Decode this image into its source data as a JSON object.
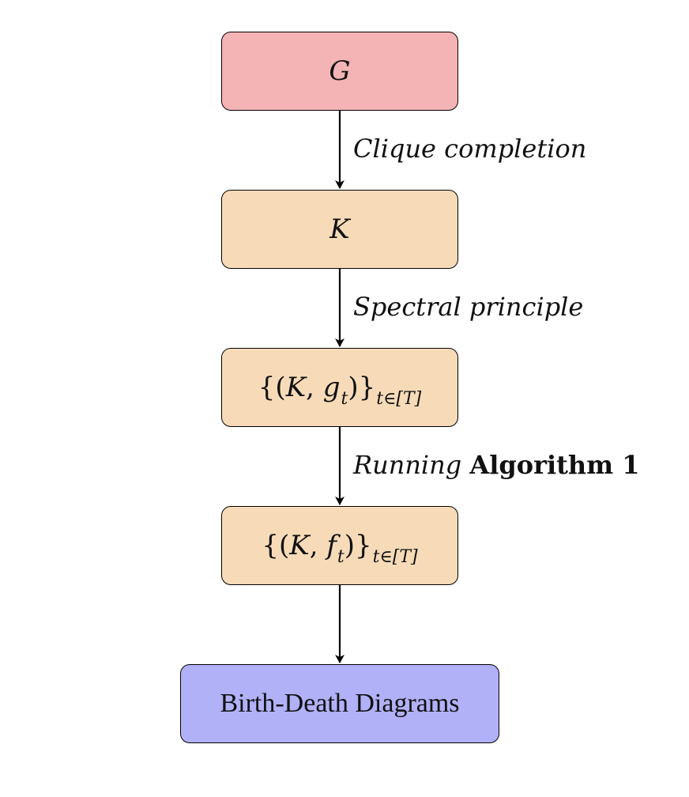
{
  "nodes": {
    "g": {
      "symbol": "G",
      "color": "#f4b4b5"
    },
    "k": {
      "symbol": "K",
      "color": "#f7dbb8"
    },
    "kg": {
      "open": "{(",
      "symbol": "K",
      "comma": ", ",
      "func": "g",
      "func_sub": "t",
      "close": ")}",
      "index": "t∈[T]",
      "color": "#f7dbb8"
    },
    "kf": {
      "open": "{(",
      "symbol": "K",
      "comma": ", ",
      "func": "f",
      "func_sub": "t",
      "close": ")}",
      "index": "t∈[T]",
      "color": "#f7dbb8"
    },
    "bd": {
      "label": "Birth-Death Diagrams",
      "color": "#b0b1f7"
    }
  },
  "edges": {
    "e1": {
      "label": "Clique completion"
    },
    "e2": {
      "label": "Spectral principle"
    },
    "e3": {
      "label_italic": "Running",
      "label_bold": "Algorithm 1"
    },
    "e4": {
      "label": ""
    }
  }
}
